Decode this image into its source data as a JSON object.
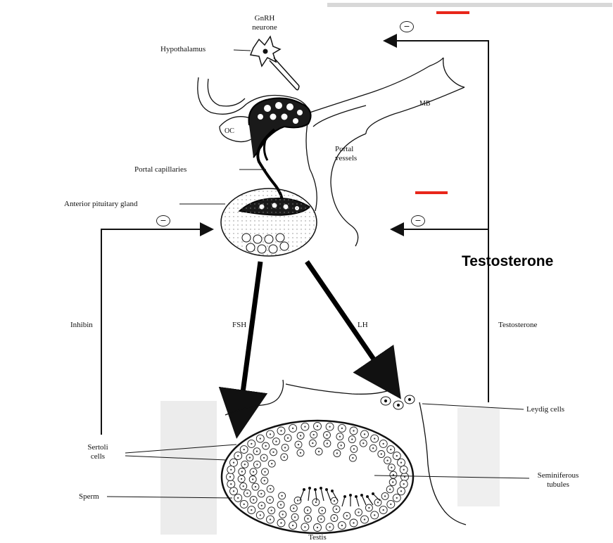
{
  "labels": {
    "gnrh": "GnRH",
    "neurone": "neurone",
    "hypothalamus": "Hypothalamus",
    "mb": "MB",
    "oc": "OC",
    "portal_vessels_1": "Portal",
    "portal_vessels_2": "vessels",
    "portal_capillaries": "Portal capillaries",
    "anterior_pituitary": "Anterior pituitary gland",
    "inhibin": "Inhibin",
    "fsh": "FSH",
    "lh": "LH",
    "testosterone_small": "Testosterone",
    "testosterone_big": "Testosterone",
    "leydig": "Leydig cells",
    "sertoli_1": "Sertoli",
    "sertoli_2": "cells",
    "seminiferous_1": "Seminiferous",
    "seminiferous_2": "tubules",
    "sperm": "Sperm",
    "testis": "Testis"
  },
  "feedback_signs": [
    "−",
    "−",
    "−"
  ],
  "colors": {
    "annotation_red": "#e8261a",
    "line": "#111111"
  },
  "icons": [
    "minus-circle-icon"
  ]
}
